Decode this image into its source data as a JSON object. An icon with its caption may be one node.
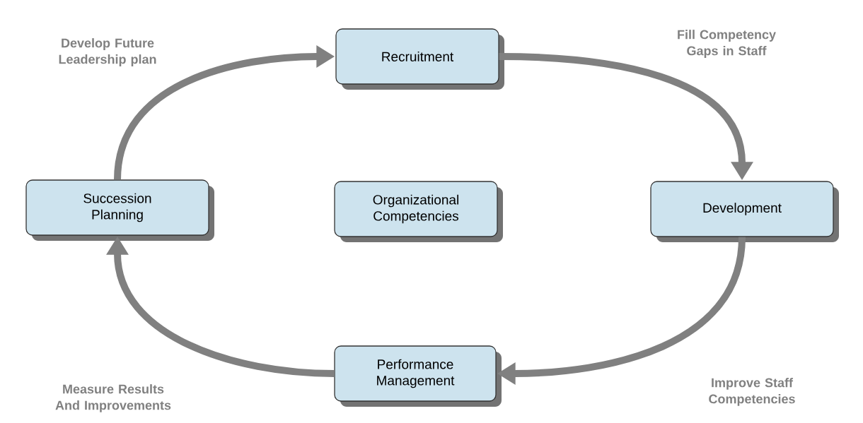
{
  "diagram": {
    "nodes": [
      {
        "text": [
          "Recruitment"
        ]
      },
      {
        "text": [
          "Succession Planning"
        ]
      },
      {
        "text": [
          "Organizational Competencies"
        ]
      },
      {
        "text": [
          "Development"
        ]
      },
      {
        "text": [
          "Performance Management"
        ]
      }
    ],
    "edges": [
      {
        "from": 1,
        "to": 0,
        "arrow": "to",
        "label": "Develop Future Leadership plan"
      },
      {
        "from": 0,
        "to": 3,
        "arrow": "to",
        "label": "Fill Competency Gaps in Staff"
      },
      {
        "from": 3,
        "to": 4,
        "arrow": "to",
        "label": "Improve Staff Competencies"
      },
      {
        "from": 4,
        "to": 1,
        "arrow": "to",
        "label": "Measure Results And Improvements"
      }
    ]
  }
}
